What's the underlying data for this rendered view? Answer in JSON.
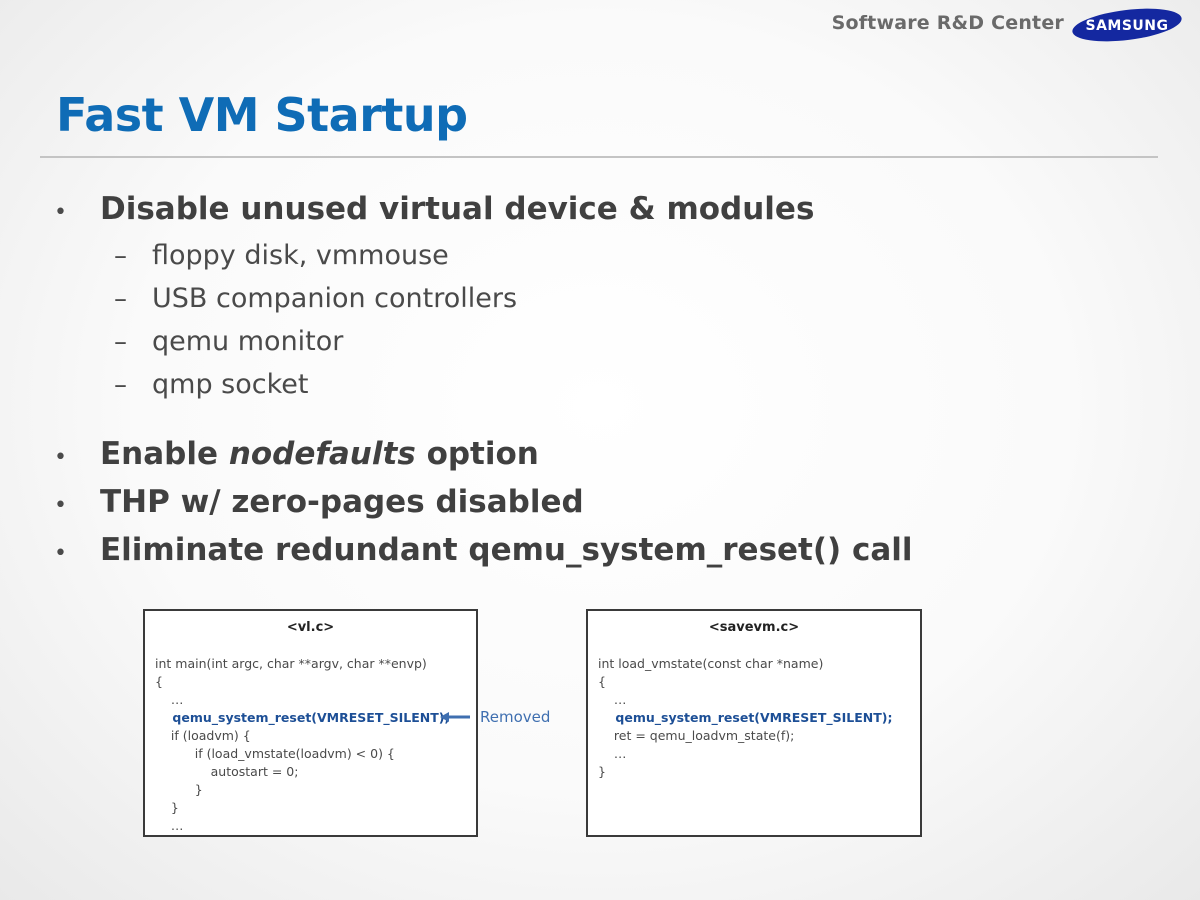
{
  "header": {
    "org_name": "Software R&D Center",
    "logo_text": "SAMSUNG"
  },
  "title": "Fast VM Startup",
  "bullets": [
    {
      "text": "Disable unused virtual device & modules",
      "sub": [
        "floppy disk, vmmouse",
        "USB companion controllers",
        "qemu monitor",
        "qmp socket"
      ]
    },
    {
      "text_before": "Enable ",
      "text_em": "nodefaults",
      "text_after": " option"
    },
    {
      "text": "THP w/ zero-pages disabled"
    },
    {
      "text": "Eliminate redundant qemu_system_reset() call"
    }
  ],
  "bullet_glyph": "•",
  "dash_glyph": "–",
  "code_left": {
    "header": "<vl.c>",
    "lines": [
      "int main(int argc, char **argv, char **envp)",
      "{",
      "    …",
      "    qemu_system_reset(VMRESET_SILENT);",
      "    if (loadvm) {",
      "          if (load_vmstate(loadvm) < 0) {",
      "              autostart = 0;",
      "          }",
      "    }",
      "    …"
    ]
  },
  "code_right": {
    "header": "<savevm.c>",
    "lines": [
      "int load_vmstate(const char *name)",
      "{",
      "    …",
      "    qemu_system_reset(VMRESET_SILENT);",
      "    ret = qemu_loadvm_state(f);",
      "    …",
      "}"
    ]
  },
  "annotation": {
    "removed_label": "Removed"
  },
  "colors": {
    "title": "#0f6cb6",
    "text": "#404040",
    "code_highlight": "#1d4f96",
    "logo_blue": "#1428a0",
    "annotation": "#3f6fb0"
  },
  "icons": {
    "logo": "samsung-logo"
  }
}
